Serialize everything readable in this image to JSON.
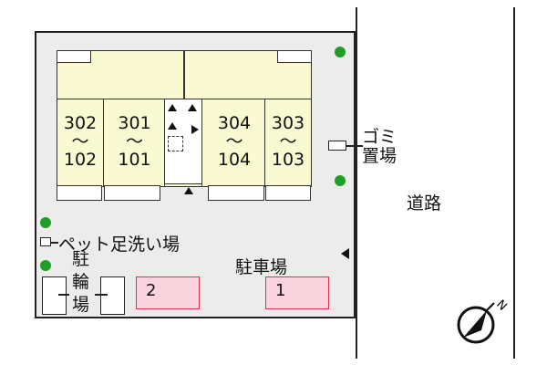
{
  "units": {
    "u1": "302\n～\n102",
    "u2": "301\n～\n101",
    "u3": "304\n～\n104",
    "u4": "303\n～\n103"
  },
  "labels": {
    "garbage": "ゴミ\n置場",
    "road": "道路",
    "pet_wash": "ペット足洗い場",
    "bicycle_parking": "駐\n輪\n場",
    "car_parking": "駐車場"
  },
  "parking_spaces": [
    "2",
    "1"
  ],
  "compass": {
    "direction": "N"
  },
  "colors": {
    "tree": "#1f9e2a",
    "building": "#fafad2",
    "parking_fill": "#f9d3de",
    "parking_border": "#d8334a"
  }
}
